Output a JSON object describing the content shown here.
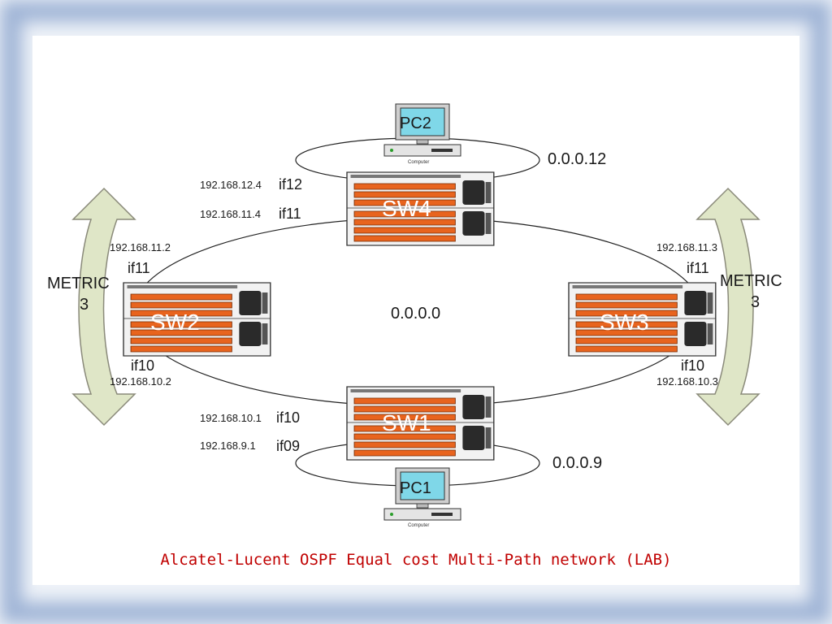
{
  "caption": "Alcatel-Lucent OSPF Equal cost Multi-Path network (LAB)",
  "colors": {
    "caption": "#c00000",
    "switch": "#e8641e",
    "arrow": "#dfe6c7",
    "frame": "#9fb4d6",
    "monitor_screen": "#7fd7e8"
  },
  "areas": {
    "backbone": "0.0.0.0",
    "top": "0.0.0.12",
    "bottom": "0.0.0.9"
  },
  "switches": {
    "sw1": "SW1",
    "sw2": "SW2",
    "sw3": "SW3",
    "sw4": "SW4"
  },
  "pcs": {
    "pc1": {
      "label": "PC1",
      "caption": "Computer"
    },
    "pc2": {
      "label": "PC2",
      "caption": "Computer"
    }
  },
  "metrics": {
    "left": {
      "label": "METRIC",
      "value": "3"
    },
    "right": {
      "label": "METRIC",
      "value": "3"
    }
  },
  "interfaces": {
    "sw4_if12": {
      "ip": "192.168.12.4",
      "name": "if12"
    },
    "sw4_if11": {
      "ip": "192.168.11.4",
      "name": "if11"
    },
    "sw2_if11": {
      "ip": "192.168.11.2",
      "name": "if11"
    },
    "sw2_if10": {
      "ip": "192.168.10.2",
      "name": "if10"
    },
    "sw3_if11": {
      "ip": "192.168.11.3",
      "name": "if11"
    },
    "sw3_if10": {
      "ip": "192.168.10.3",
      "name": "if10"
    },
    "sw1_if10": {
      "ip": "192.168.10.1",
      "name": "if10"
    },
    "sw1_if09": {
      "ip": "192.168.9.1",
      "name": "if09"
    }
  }
}
